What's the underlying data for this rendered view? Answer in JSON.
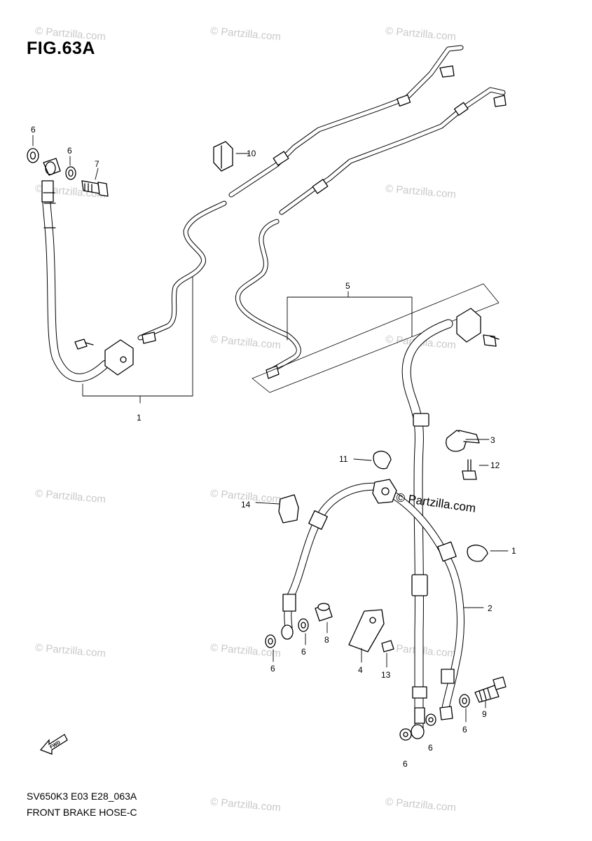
{
  "figure": {
    "title": "FIG.63A"
  },
  "footer": {
    "code": "SV650K3 E03 E28_063A",
    "name": "FRONT BRAKE HOSE-C"
  },
  "watermark": {
    "text": "© Partzilla.com",
    "center_text": "© Partzilla.com"
  },
  "fwd_arrow": {
    "text": "FWD"
  },
  "callouts": {
    "c1a": "1",
    "c1b": "1",
    "c2": "2",
    "c3": "3",
    "c4": "4",
    "c5": "5",
    "c6a": "6",
    "c6b": "6",
    "c6c": "6",
    "c6d": "6",
    "c6e": "6",
    "c6f": "6",
    "c6g": "6",
    "c7": "7",
    "c8": "8",
    "c9": "9",
    "c10": "10",
    "c11": "11",
    "c12": "12",
    "c13": "13",
    "c14": "14"
  }
}
